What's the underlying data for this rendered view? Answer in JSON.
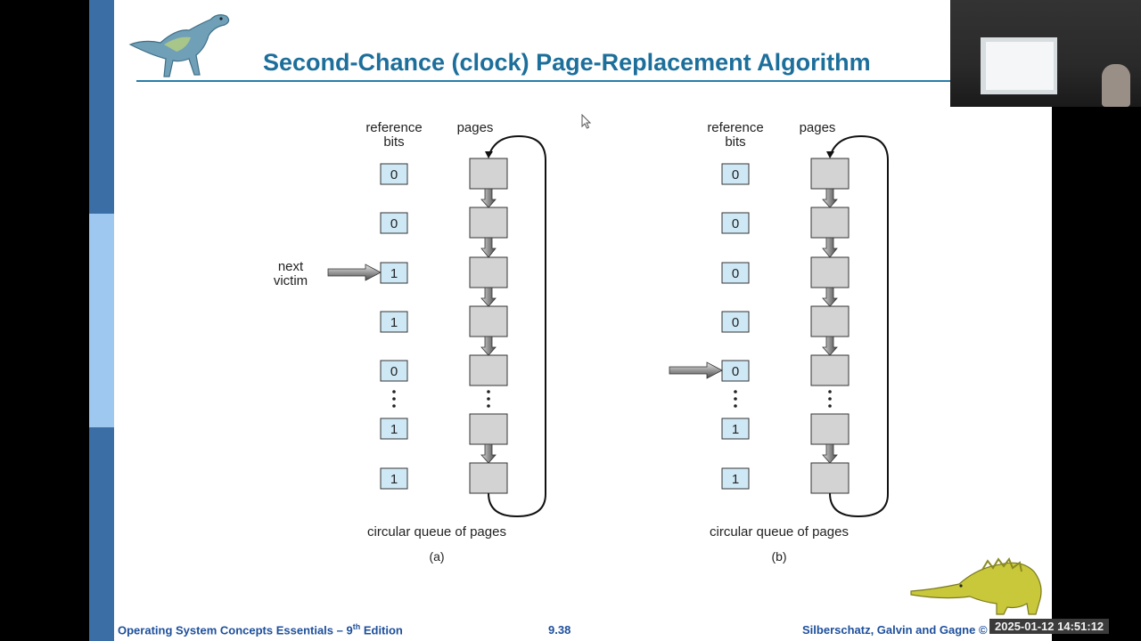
{
  "slide": {
    "title": "Second-Chance (clock) Page-Replacement Algorithm",
    "footer": {
      "book": "Operating System Concepts Essentials – 9",
      "edition_sup": "th",
      "edition_rest": " Edition",
      "page": "9.38",
      "authors": "Silberschatz, Galvin and Gagne ©"
    }
  },
  "diagram_a": {
    "ref_header_line1": "reference",
    "ref_header_line2": "bits",
    "pages_header": "pages",
    "bits": [
      "0",
      "0",
      "1",
      "1",
      "0",
      "1",
      "1"
    ],
    "next_label_line1": "next",
    "next_label_line2": "victim",
    "caption": "circular queue of pages",
    "sublabel": "(a)"
  },
  "diagram_b": {
    "ref_header_line1": "reference",
    "ref_header_line2": "bits",
    "pages_header": "pages",
    "bits": [
      "0",
      "0",
      "0",
      "0",
      "0",
      "1",
      "1"
    ],
    "caption": "circular queue of pages",
    "sublabel": "(b)"
  },
  "overlay": {
    "timestamp": "2025-01-12  14:51:12"
  },
  "colors": {
    "title": "#1d6f9b",
    "sidebar_dark": "#3a6ea5",
    "sidebar_light": "#9fc8f0",
    "bit_box": "#cfe8f5",
    "page_box": "#d3d3d3"
  }
}
